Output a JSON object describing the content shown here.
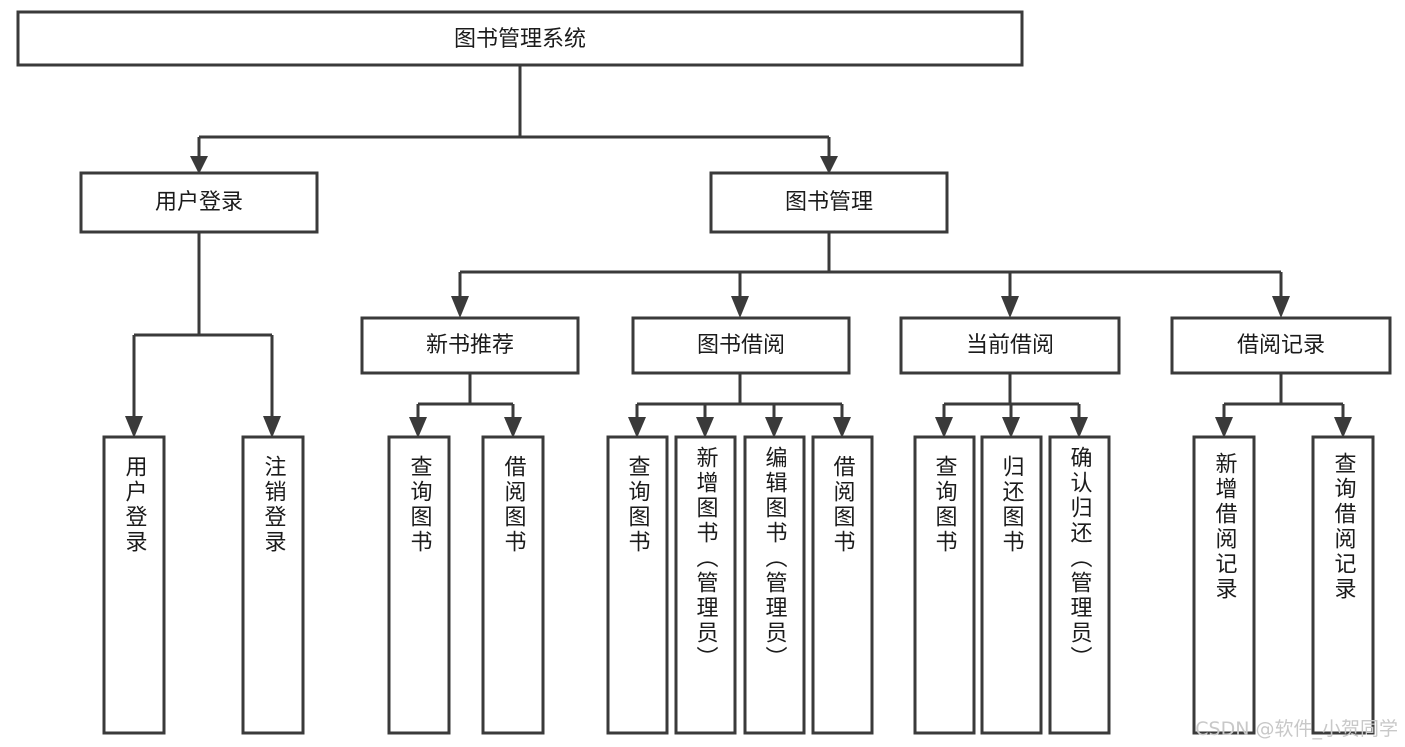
{
  "diagram": {
    "type": "tree-hierarchy-chart",
    "orientation": "top-down",
    "root": {
      "label": "图书管理系统"
    },
    "level2": [
      {
        "label": "用户登录"
      },
      {
        "label": "图书管理"
      }
    ],
    "level3": [
      {
        "label": "新书推荐"
      },
      {
        "label": "图书借阅"
      },
      {
        "label": "当前借阅"
      },
      {
        "label": "借阅记录"
      }
    ],
    "leaves": {
      "user_login": [
        {
          "label": "用户登录"
        },
        {
          "label": "注销登录"
        }
      ],
      "new_book_recommend": [
        {
          "label": "查询图书"
        },
        {
          "label": "借阅图书"
        }
      ],
      "book_borrow": [
        {
          "label": "查询图书"
        },
        {
          "label": "新增图书（管理员）"
        },
        {
          "label": "编辑图书（管理员）"
        },
        {
          "label": "借阅图书"
        }
      ],
      "current_borrow": [
        {
          "label": "查询图书"
        },
        {
          "label": "归还图书"
        },
        {
          "label": "确认归还（管理员）"
        }
      ],
      "borrow_record": [
        {
          "label": "新增借阅记录"
        },
        {
          "label": "查询借阅记录"
        }
      ]
    }
  },
  "watermark": {
    "text": "CSDN @软件_小贺同学"
  },
  "colors": {
    "box_stroke": "#3a3a3a",
    "box_fill": "#ffffff",
    "text": "#1b1b1b",
    "connector": "#3a3a3a",
    "watermark": "#c8c8c8",
    "background": "#ffffff"
  }
}
